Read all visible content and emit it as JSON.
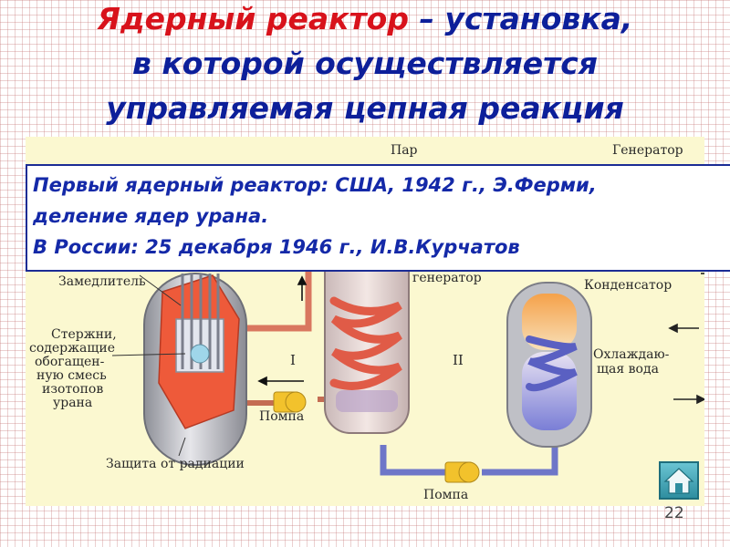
{
  "title": {
    "line1_red": "Ядерный реактор",
    "line1_rest": " – установка,",
    "line2": "в которой осуществляется",
    "line3": "управляемая цепная реакция"
  },
  "diagram": {
    "labels": {
      "steam": "Пар",
      "generator": "Генератор",
      "moderator": "Замедлитель",
      "rods_1": "Стержни,",
      "rods_2": "содержащие",
      "rods_3": "обогащен-",
      "rods_4": "ную смесь",
      "rods_5": "изотопов",
      "rods_6": "урана",
      "steam_gen": "генератор",
      "condenser": "Конденсатор",
      "cooling_1": "Охлаждаю-",
      "cooling_2": "щая вода",
      "circuit_1": "I",
      "circuit_2": "II",
      "pump_1": "Помпа",
      "protection": "Защита от радиации",
      "pump_2": "Помпа"
    },
    "colors": {
      "vessel": "#c3c3c7",
      "core": "#ee5a3a",
      "hot_pipe": "#d9775f",
      "cold_pipe": "#6e76c8",
      "pump": "#f2c22c",
      "coil": "#e05b47"
    }
  },
  "overlay": {
    "line1": "Первый ядерный реактор: США, 1942 г., Э.Ферми,",
    "line2": "деление ядер урана.",
    "line3": "В России: 25 декабря 1946 г., И.В.Курчатов"
  },
  "nav": {
    "home_icon": "home-icon",
    "page_number": "22"
  }
}
